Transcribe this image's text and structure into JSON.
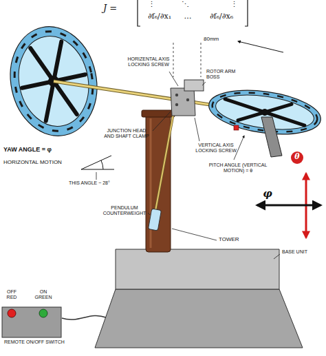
{
  "diagram": {
    "nodes": [
      {
        "text": [
          "OFF RED",
          "ON GREEN",
          "REMOTE ON/OFF SWITCH"
        ]
      }
    ],
    "labels": [
      "J =",
      "⋮",
      "⋱",
      "⋮",
      "∂f₆/∂x₁",
      "…",
      "∂f₆/∂x₆",
      "80mm",
      "HORIZENTAL AXIS LOCKING SCREW",
      "ROTOR ARM BOSS",
      "YAW ANGLE = φ",
      "HORIZONTAL MOTION",
      "JUNCTION HEAD AND SHAFT CLAMP",
      "VERTICAL AXIS LOCKING SCREW",
      "THIS ANGLE ~ 28°",
      "PITCH ANGLE (VERTICAL MOTION) = θ",
      "θ",
      "φ",
      "PENDULUM COUNTERWEIGHT",
      "TOWER",
      "BASE UNIT"
    ]
  }
}
